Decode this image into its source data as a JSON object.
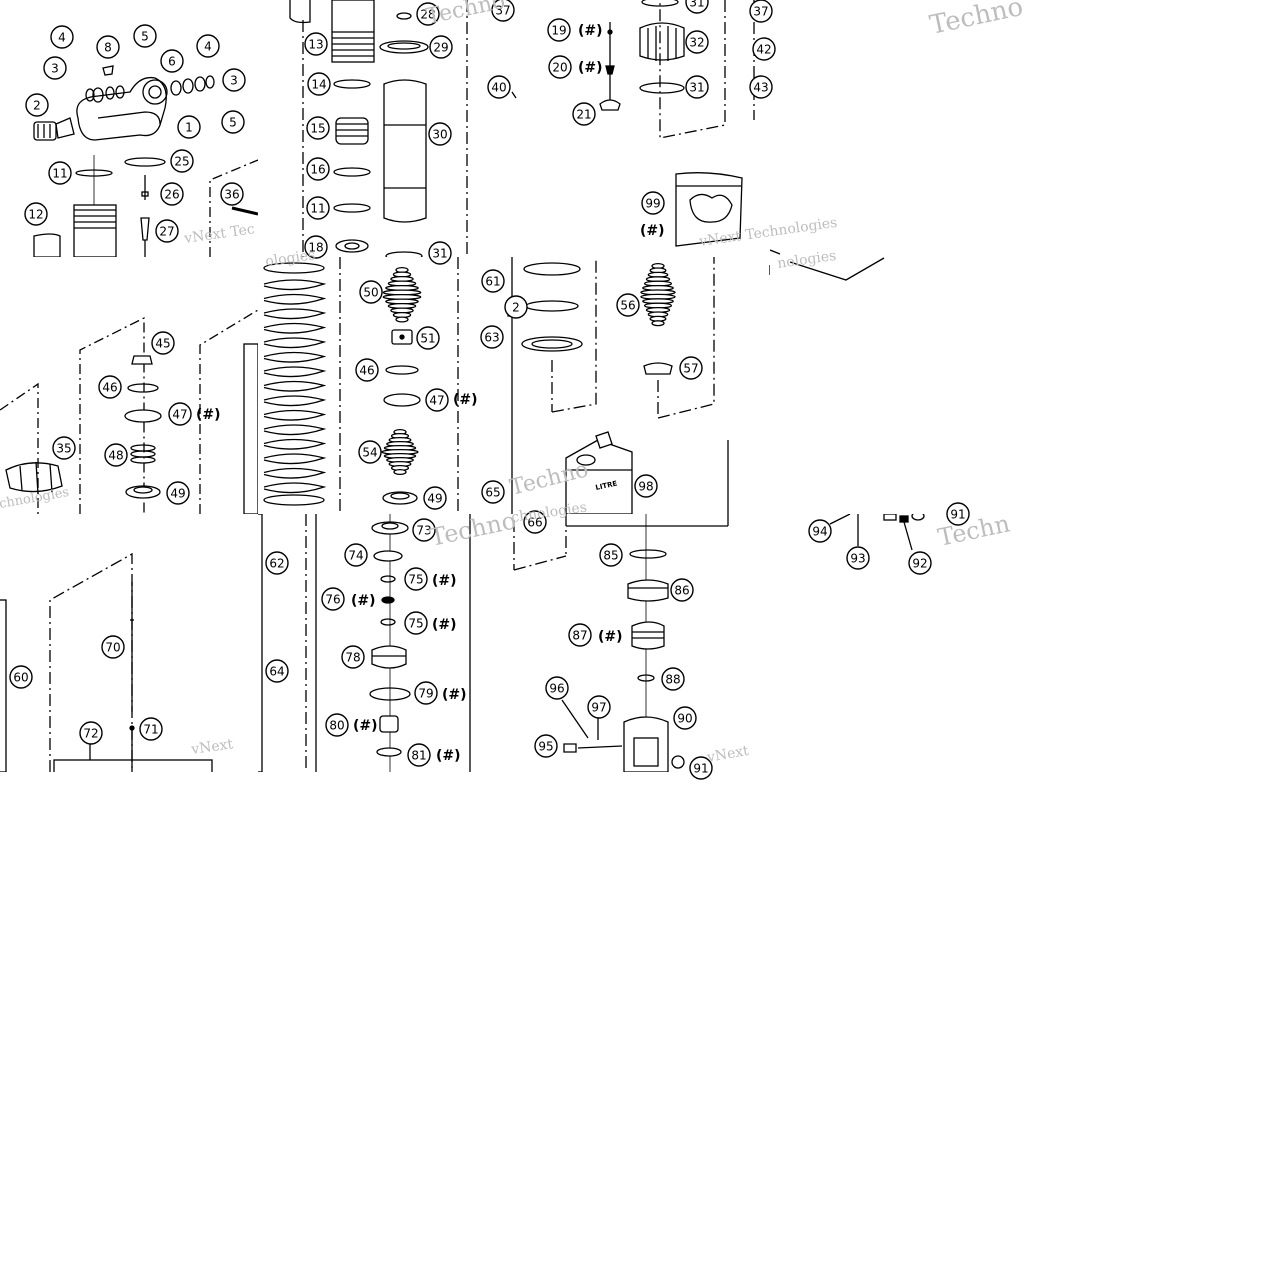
{
  "image": {
    "title": "",
    "background": "#ffffff",
    "line_color": "#000000",
    "watermark_color": "#bdbdbd"
  },
  "watermarks": [
    "Techno",
    "vNext Tec",
    "ologies",
    "Techno",
    "vNext Technologies",
    "nologies",
    "Techno",
    "chnologies",
    "vNext",
    "vNext",
    "Techn",
    "Techno",
    "chnologies"
  ],
  "parts": [
    {
      "id": "p1",
      "label": "1"
    },
    {
      "id": "p2",
      "label": "2"
    },
    {
      "id": "p3a",
      "label": "3"
    },
    {
      "id": "p3b",
      "label": "3"
    },
    {
      "id": "p4a",
      "label": "4"
    },
    {
      "id": "p4b",
      "label": "4"
    },
    {
      "id": "p5a",
      "label": "5"
    },
    {
      "id": "p5b",
      "label": "5"
    },
    {
      "id": "p6",
      "label": "6"
    },
    {
      "id": "p8",
      "label": "8"
    },
    {
      "id": "p11a",
      "label": "11"
    },
    {
      "id": "p12",
      "label": "12"
    },
    {
      "id": "p25",
      "label": "25"
    },
    {
      "id": "p26",
      "label": "26"
    },
    {
      "id": "p27",
      "label": "27"
    },
    {
      "id": "p36",
      "label": "36"
    },
    {
      "id": "p13",
      "label": "13"
    },
    {
      "id": "p14",
      "label": "14"
    },
    {
      "id": "p15",
      "label": "15"
    },
    {
      "id": "p16",
      "label": "16"
    },
    {
      "id": "p11b",
      "label": "11"
    },
    {
      "id": "p18",
      "label": "18"
    },
    {
      "id": "p28",
      "label": "28"
    },
    {
      "id": "p29",
      "label": "29"
    },
    {
      "id": "p30",
      "label": "30"
    },
    {
      "id": "p31a",
      "label": "31"
    },
    {
      "id": "p37a",
      "label": "37"
    },
    {
      "id": "p40",
      "label": "40"
    },
    {
      "id": "p19",
      "label": "19"
    },
    {
      "id": "p20",
      "label": "20"
    },
    {
      "id": "p21",
      "label": "21"
    },
    {
      "id": "p31b",
      "label": "31"
    },
    {
      "id": "p32",
      "label": "32"
    },
    {
      "id": "p31c",
      "label": "31"
    },
    {
      "id": "p37b",
      "label": "37"
    },
    {
      "id": "p42",
      "label": "42"
    },
    {
      "id": "p43",
      "label": "43"
    },
    {
      "id": "p99",
      "label": "99"
    },
    {
      "id": "p35",
      "label": "35"
    },
    {
      "id": "p45",
      "label": "45"
    },
    {
      "id": "p46a",
      "label": "46"
    },
    {
      "id": "p47a",
      "label": "47"
    },
    {
      "id": "p48",
      "label": "48"
    },
    {
      "id": "p49a",
      "label": "49"
    },
    {
      "id": "p50",
      "label": "50"
    },
    {
      "id": "p51",
      "label": "51"
    },
    {
      "id": "p46b",
      "label": "46"
    },
    {
      "id": "p47b",
      "label": "47"
    },
    {
      "id": "p54",
      "label": "54"
    },
    {
      "id": "p49b",
      "label": "49"
    },
    {
      "id": "p61",
      "label": "61"
    },
    {
      "id": "p62a",
      "label": "2"
    },
    {
      "id": "p63",
      "label": "63"
    },
    {
      "id": "p65",
      "label": "65"
    },
    {
      "id": "p66",
      "label": "66"
    },
    {
      "id": "p56",
      "label": "56"
    },
    {
      "id": "p57",
      "label": "57"
    },
    {
      "id": "p98",
      "label": "98"
    },
    {
      "id": "p94",
      "label": "94"
    },
    {
      "id": "p93",
      "label": "93"
    },
    {
      "id": "p92",
      "label": "92"
    },
    {
      "id": "p91a",
      "label": "91"
    },
    {
      "id": "p60",
      "label": "60"
    },
    {
      "id": "p70",
      "label": "70"
    },
    {
      "id": "p71",
      "label": "71"
    },
    {
      "id": "p72",
      "label": "72"
    },
    {
      "id": "p62b",
      "label": "62"
    },
    {
      "id": "p64",
      "label": "64"
    },
    {
      "id": "p73",
      "label": "73"
    },
    {
      "id": "p74",
      "label": "74"
    },
    {
      "id": "p75a",
      "label": "75"
    },
    {
      "id": "p76",
      "label": "76"
    },
    {
      "id": "p75b",
      "label": "75"
    },
    {
      "id": "p78",
      "label": "78"
    },
    {
      "id": "p79",
      "label": "79"
    },
    {
      "id": "p80",
      "label": "80"
    },
    {
      "id": "p81",
      "label": "81"
    },
    {
      "id": "p85",
      "label": "85"
    },
    {
      "id": "p86",
      "label": "86"
    },
    {
      "id": "p87",
      "label": "87"
    },
    {
      "id": "p88",
      "label": "88"
    },
    {
      "id": "p90",
      "label": "90"
    },
    {
      "id": "p91b",
      "label": "91"
    },
    {
      "id": "p95",
      "label": "95"
    },
    {
      "id": "p96",
      "label": "96"
    },
    {
      "id": "p97",
      "label": "97"
    }
  ],
  "hash_note": "(#)",
  "product_labels": [
    "LITRE"
  ]
}
